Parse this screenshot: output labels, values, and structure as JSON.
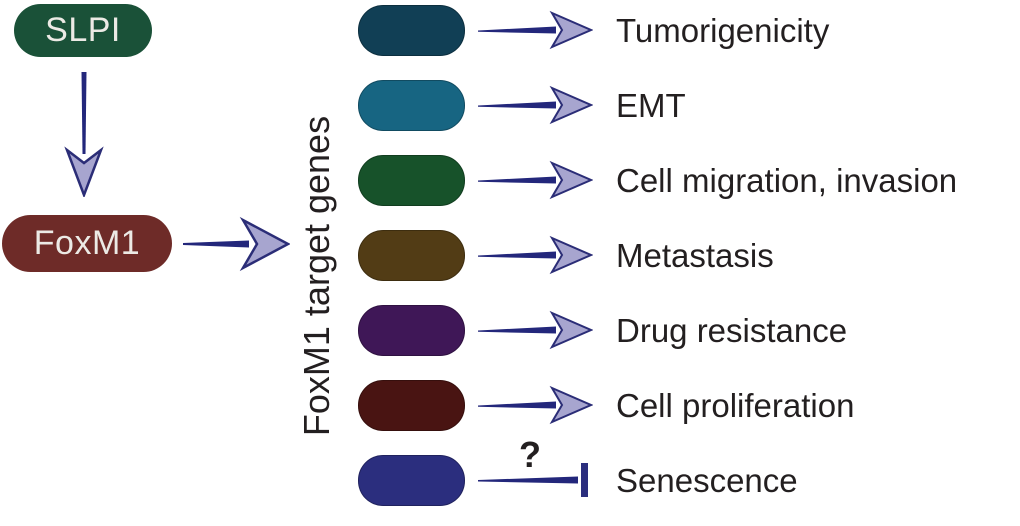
{
  "nodes": {
    "slpi": {
      "label": "SLPI",
      "color": "#1a5138",
      "text_color": "#eceae5"
    },
    "foxm1": {
      "label": "FoxM1",
      "color": "#6e2b28",
      "text_color": "#eceae5"
    }
  },
  "axis_label": "FoxM1 target genes",
  "text_color": "#231f20",
  "connector_style": {
    "shaft_color": "#23277b",
    "arrowhead_fill": "#a7a5cf",
    "arrowhead_stroke": "#2b2d77",
    "inhibitor_bar_color": "#2b2e7e"
  },
  "targets": [
    {
      "label": "Tumorigenicity",
      "pill_color": "#113f55",
      "connector": "arrow"
    },
    {
      "label": "EMT",
      "pill_color": "#176582",
      "connector": "arrow"
    },
    {
      "label": "Cell migration, invasion",
      "pill_color": "#17522a",
      "connector": "arrow"
    },
    {
      "label": "Metastasis",
      "pill_color": "#523c15",
      "connector": "arrow"
    },
    {
      "label": "Drug resistance",
      "pill_color": "#3f1757",
      "connector": "arrow"
    },
    {
      "label": "Cell proliferation",
      "pill_color": "#491412",
      "connector": "arrow"
    },
    {
      "label": "Senescence",
      "pill_color": "#2b2e7e",
      "connector": "inhibition",
      "annotation": "?"
    }
  ]
}
